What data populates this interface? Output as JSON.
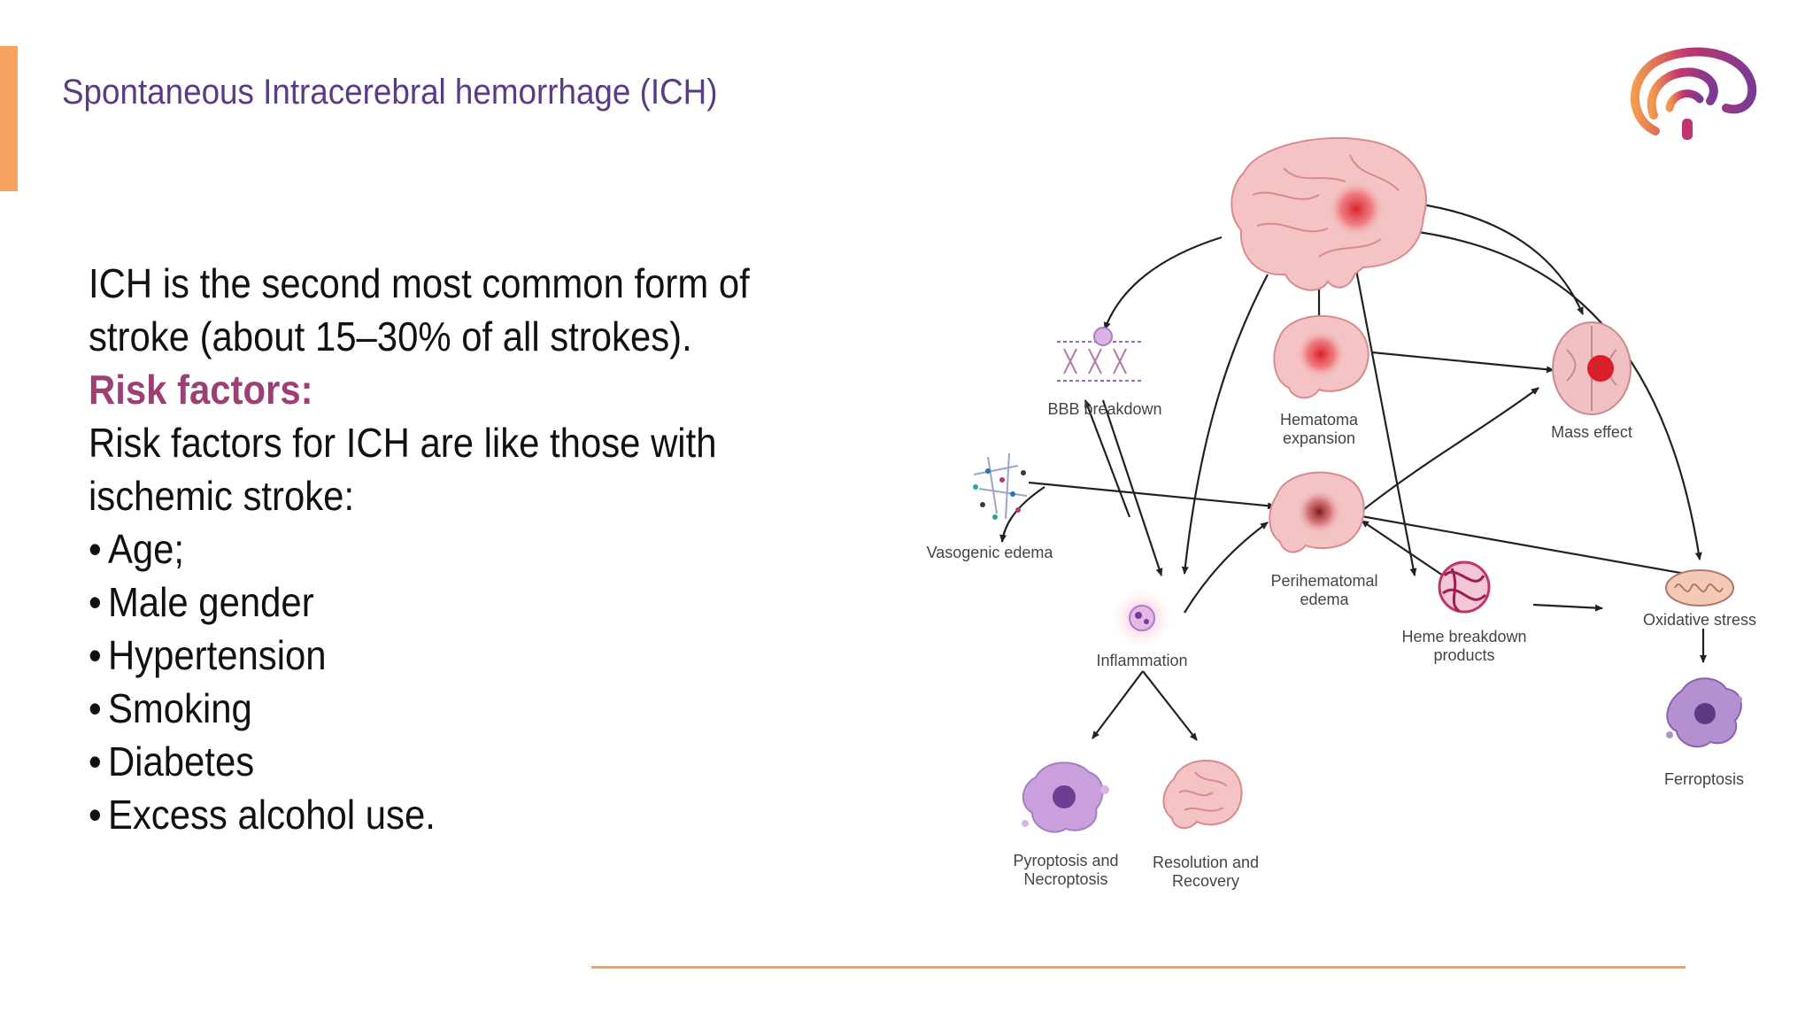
{
  "header": {
    "title": "Spontaneous Intracerebral hemorrhage (ICH)"
  },
  "content": {
    "intro_line1": "ICH is the second most common form of",
    "intro_line2": "stroke (about 15–30% of all strokes).",
    "risk_heading": "Risk factors:",
    "risk_intro_line1": "Risk factors for ICH are like those with",
    "risk_intro_line2": "ischemic stroke:",
    "bullet_glyph": "•",
    "bullets": [
      "Age;",
      "Male gender",
      "Hypertension",
      "Smoking",
      "Diabetes",
      "Excess alcohol use."
    ]
  },
  "diagram": {
    "labels": {
      "bbb": "BBB breakdown",
      "hematoma_1": "Hematoma",
      "hematoma_2": "expansion",
      "mass": "Mass effect",
      "vasogenic": "Vasogenic edema",
      "perihem_1": "Perihematomal",
      "perihem_2": "edema",
      "heme_1": "Heme breakdown",
      "heme_2": "products",
      "oxidative": "Oxidative stress",
      "inflammation": "Inflammation",
      "ferroptosis": "Ferroptosis",
      "pyro_1": "Pyroptosis and",
      "pyro_2": "Necroptosis",
      "resol_1": "Resolution and",
      "resol_2": "Recovery"
    }
  },
  "colors": {
    "title": "#5b3a86",
    "risk_heading": "#9c3f75",
    "accent_orange": "#f7a35f",
    "brain_pink": "#f3c2c4",
    "hemorrhage_red": "#d9202a",
    "cell_purple": "#a57fc5"
  }
}
